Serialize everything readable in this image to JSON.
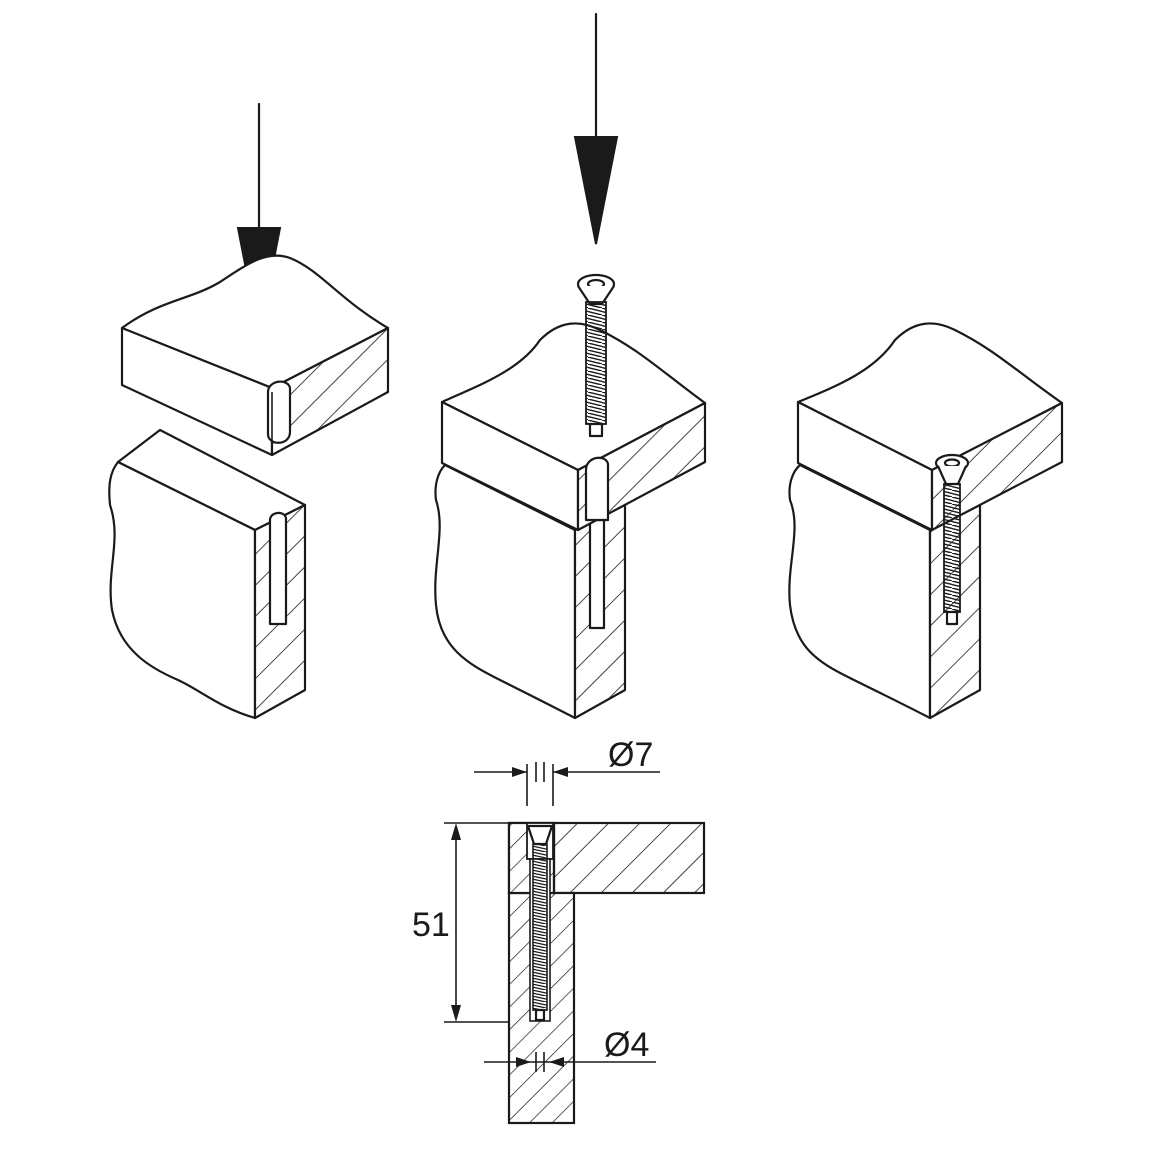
{
  "dimensions": {
    "head_diameter": "Ø7",
    "shank_diameter": "Ø4",
    "length": "51"
  },
  "colors": {
    "line": "#1a1a1a",
    "background": "#ffffff"
  }
}
